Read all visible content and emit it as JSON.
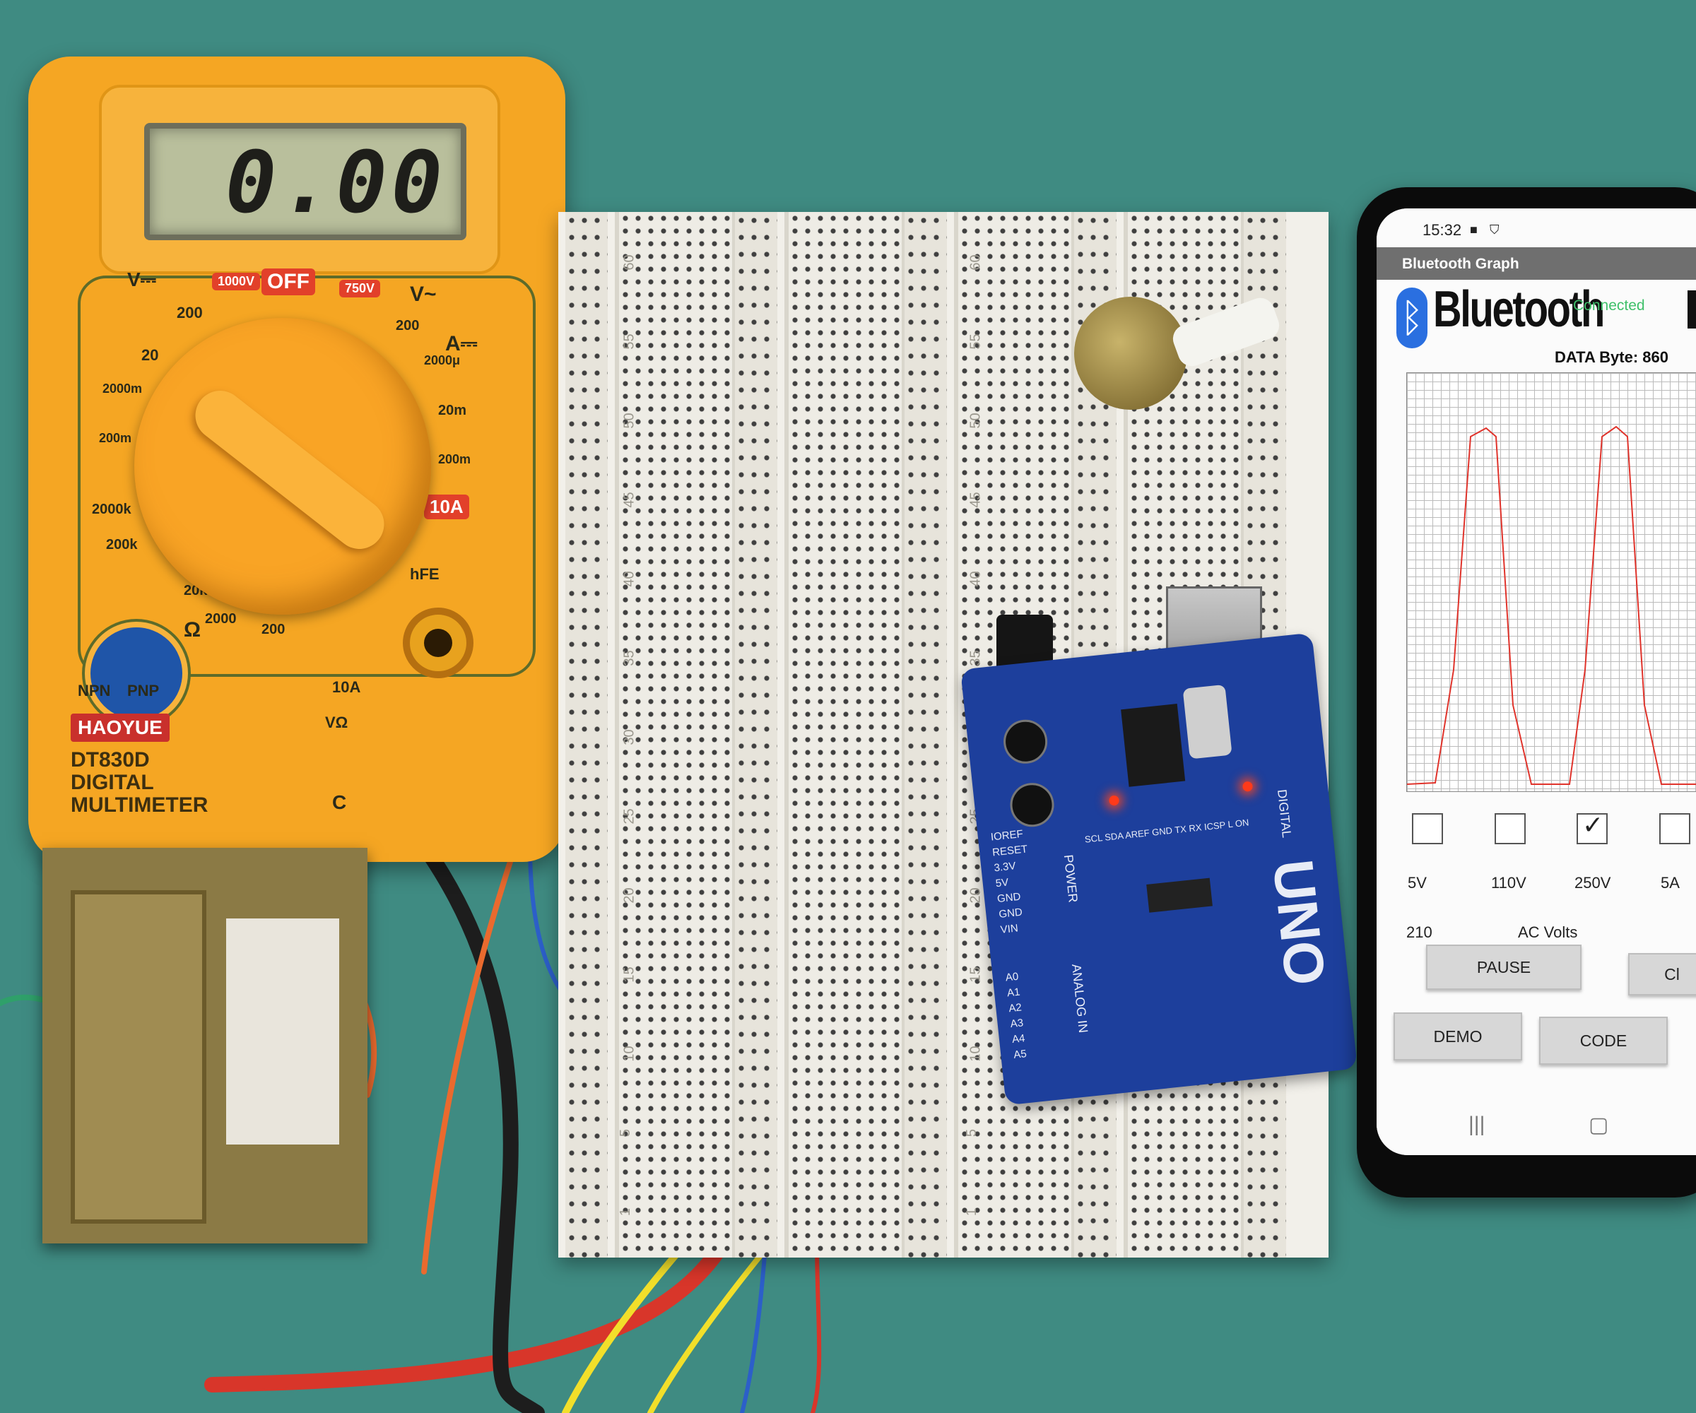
{
  "multimeter": {
    "display_value": "0.00",
    "brand": "HAOYUE",
    "model": "DT830D",
    "model_line2": "DIGITAL",
    "model_line3": "MULTIMETER",
    "labels": {
      "off": "OFF",
      "v_dc": "V⎓",
      "v_ac": "V~",
      "a_dc": "A⎓",
      "r1000v": "1000V",
      "r750v": "750V",
      "r200_a": "200",
      "r20": "20",
      "r2000m": "2000m",
      "r200m": "200m",
      "r2000k": "2000k",
      "r200k": "200k",
      "r20k": "20k",
      "r2000": "2000",
      "r200_b": "200",
      "ohm": "Ω",
      "r200_c": "200",
      "r2000u": "2000μ",
      "r20m": "20m",
      "r200m_b": "200m",
      "r10a": "10A",
      "hfe": "hFE",
      "npn": "NPN",
      "pnp": "PNP",
      "jack_10a": "10A",
      "jack_vohm": "VΩ",
      "jack_com": "C"
    }
  },
  "phone": {
    "status_time": "15:32",
    "app_title": "Bluetooth Graph",
    "bluetooth_word": "Bluetooth",
    "connection_status": "Connected",
    "data_byte": "DATA Byte: 860",
    "checkboxes": [
      {
        "label": "5V",
        "checked": false
      },
      {
        "label": "110V",
        "checked": false
      },
      {
        "label": "250V",
        "checked": true
      },
      {
        "label": "5A",
        "checked": false
      }
    ],
    "reading": "210",
    "mode_label": "AC Volts",
    "buttons": {
      "pause": "PAUSE",
      "clear": "Cl",
      "demo": "DEMO",
      "code": "CODE"
    },
    "trace_color": "#e0342c",
    "connected_color": "#3fc06a",
    "nav_icons": [
      "recent-apps-icon",
      "home-icon"
    ]
  },
  "breadboard": {
    "row_numbers": [
      "60",
      "55",
      "50",
      "45",
      "40",
      "35",
      "30",
      "25",
      "20",
      "15",
      "10",
      "5",
      "1"
    ]
  },
  "arduino": {
    "board_label": "UNO",
    "pin_labels": [
      "IOREF",
      "RESET",
      "3.3V",
      "5V",
      "GND",
      "GND",
      "VIN"
    ],
    "analog_labels": [
      "A0",
      "A1",
      "A2",
      "A3",
      "A4",
      "A5"
    ],
    "section_power": "POWER",
    "section_analog": "ANALOG IN",
    "section_digital": "DIGITAL",
    "misc": [
      "SCL",
      "SDA",
      "AREF",
      "GND",
      "TX",
      "RX",
      "ICSP",
      "L",
      "ON"
    ]
  },
  "wire_colors": {
    "red": "#d8362a",
    "black": "#1d1d1d",
    "blue": "#2c5fc9",
    "purple": "#7b43c8",
    "brown": "#a07a5a",
    "orange": "#ea6a2e",
    "yellow": "#f2df2a",
    "green": "#2fa06a"
  }
}
